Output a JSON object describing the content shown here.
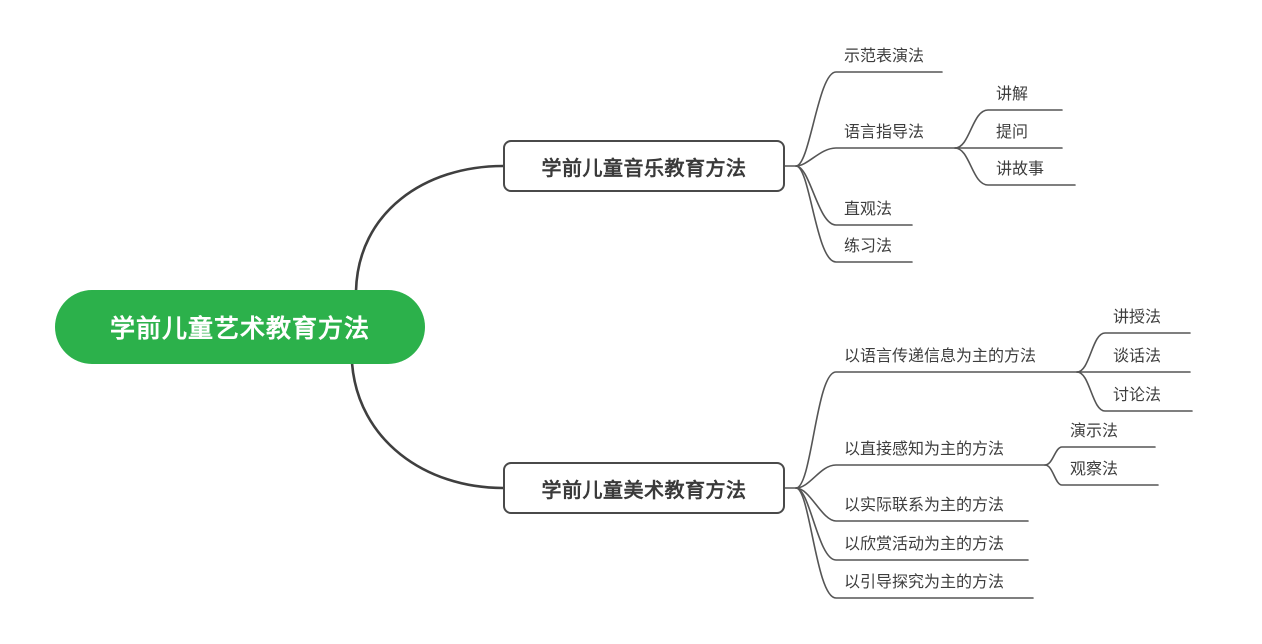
{
  "root": {
    "label": "学前儿童艺术教育方法"
  },
  "branches": [
    {
      "label": "学前儿童音乐教育方法",
      "children": [
        {
          "label": "示范表演法"
        },
        {
          "label": "语言指导法",
          "children": [
            {
              "label": "讲解"
            },
            {
              "label": "提问"
            },
            {
              "label": "讲故事"
            }
          ]
        },
        {
          "label": "直观法"
        },
        {
          "label": "练习法"
        }
      ]
    },
    {
      "label": "学前儿童美术教育方法",
      "children": [
        {
          "label": "以语言传递信息为主的方法",
          "children": [
            {
              "label": "讲授法"
            },
            {
              "label": "谈话法"
            },
            {
              "label": "讨论法"
            }
          ]
        },
        {
          "label": "以直接感知为主的方法",
          "children": [
            {
              "label": "演示法"
            },
            {
              "label": "观察法"
            }
          ]
        },
        {
          "label": "以实际联系为主的方法"
        },
        {
          "label": "以欣赏活动为主的方法"
        },
        {
          "label": "以引导探究为主的方法"
        }
      ]
    }
  ],
  "colors": {
    "root_fill": "#2cb14b",
    "root_text": "#ffffff",
    "line": "#555555",
    "edge_main": "#3f3f3f",
    "node_border": "#4a4a4a",
    "node_text": "#3a3a3a",
    "leaf_text": "#3d3d3d"
  }
}
